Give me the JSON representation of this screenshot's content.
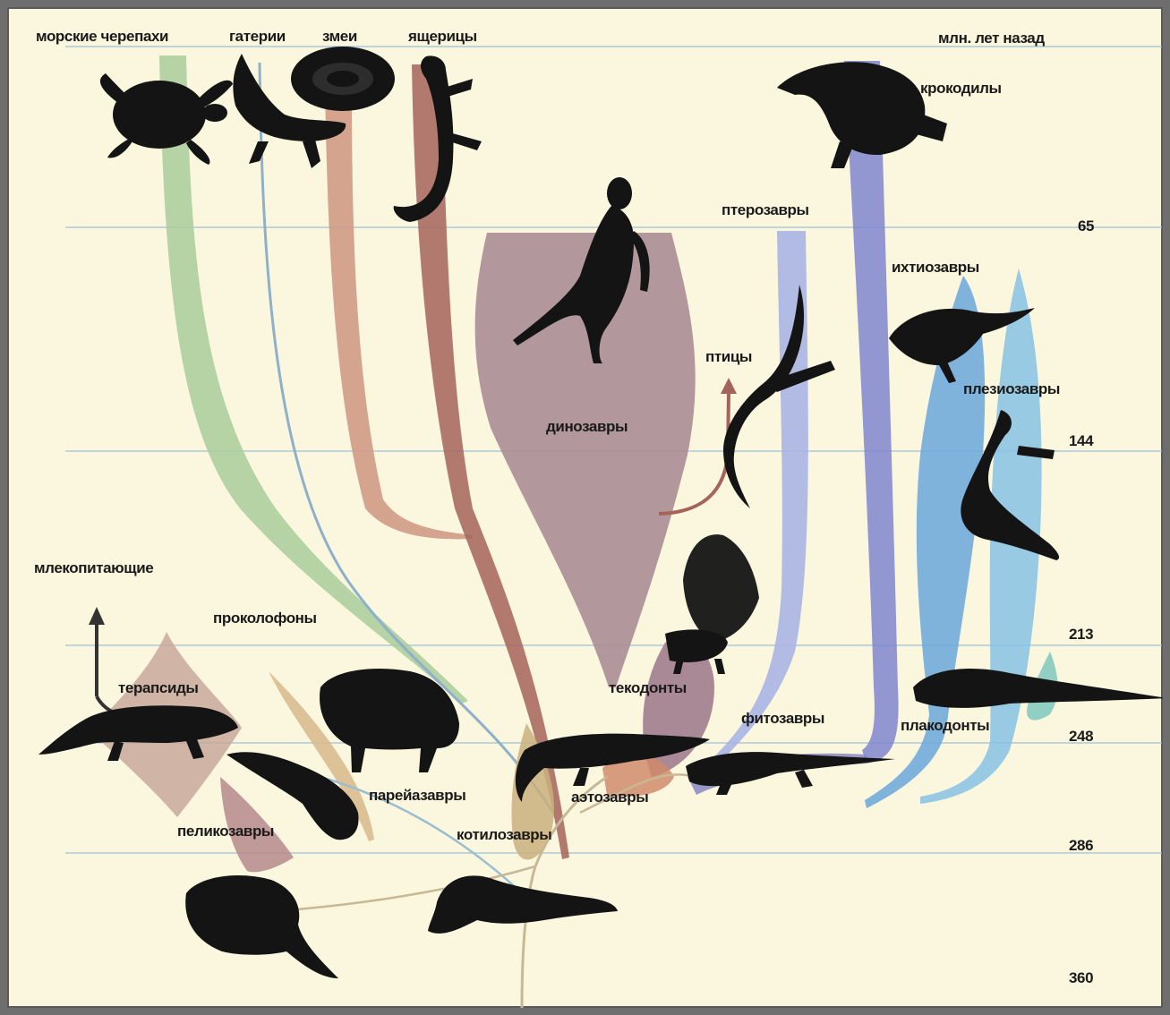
{
  "title": "",
  "time_axis": {
    "label": "млн. лет назад",
    "ticks": [
      "65",
      "144",
      "213",
      "248",
      "286",
      "360"
    ]
  },
  "groups": [
    {
      "id": "sea-turtles",
      "label": "морские черепахи",
      "color": "#a9cc9b"
    },
    {
      "id": "tuatara",
      "label": "гатерии",
      "color": "#8fb0c9"
    },
    {
      "id": "snakes",
      "label": "змеи",
      "color": "#d09a86"
    },
    {
      "id": "lizards",
      "label": "ящерицы",
      "color": "#a5645a"
    },
    {
      "id": "crocodiles",
      "label": "крокодилы",
      "color": "#7f86cf"
    },
    {
      "id": "pterosaurs",
      "label": "птерозавры",
      "color": "#a8b4e3"
    },
    {
      "id": "ichthyosaurs",
      "label": "ихтиозавры",
      "color": "#6aa7dc"
    },
    {
      "id": "plesiosaurs",
      "label": "плезиозавры",
      "color": "#86c2e4"
    },
    {
      "id": "birds",
      "label": "птицы",
      "color": "#a5645a"
    },
    {
      "id": "dinosaurs",
      "label": "динозавры",
      "color": "#aa8c95"
    },
    {
      "id": "mammals",
      "label": "млекопитающие",
      "color": "#333333"
    },
    {
      "id": "procolophons",
      "label": "проколофоны",
      "color": "#9bbdd0"
    },
    {
      "id": "therapsids",
      "label": "терапсиды",
      "color": "#c8a89c"
    },
    {
      "id": "thecodonts",
      "label": "текодонты",
      "color": "#a07c8e"
    },
    {
      "id": "phytosaurs",
      "label": "фитозавры",
      "color": "#8a87c4"
    },
    {
      "id": "placodonts",
      "label": "плакодонты",
      "color": "#7ec8c0"
    },
    {
      "id": "pareiasaurs",
      "label": "парейазавры",
      "color": "#d7b98c"
    },
    {
      "id": "aetosaurs",
      "label": "аэтозавры",
      "color": "#d08b6c"
    },
    {
      "id": "pelycosaurs",
      "label": "пеликозавры",
      "color": "#b58a8c"
    },
    {
      "id": "cotylosaurs",
      "label": "котилозавры",
      "color": "#c9b07e"
    }
  ]
}
